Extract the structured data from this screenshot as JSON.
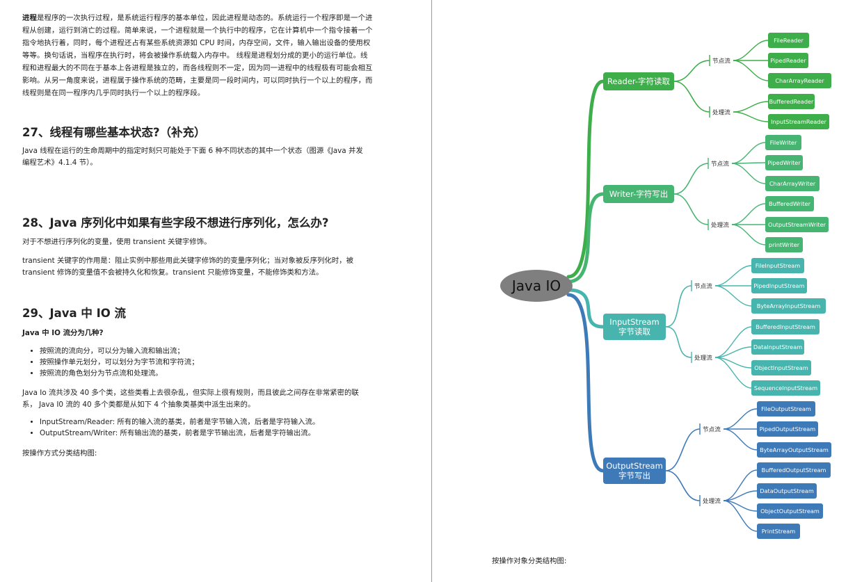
{
  "left": {
    "intro": {
      "lead": "进程",
      "rest": "是程序的一次执行过程，是系统运行程序的基本单位，因此进程是动态的。系统运行一个程序即是一个进程从创建，运行到消亡的过程。简单来说，一个进程就是一个执行中的程序，它在计算机中一个指令接着一个指令地执行着，同时，每个进程还占有某些系统资源如 CPU 时间，内存空间，文件，输入输出设备的使用权等等。换句话说，当程序在执行时，将会被操作系统载入内存中。 线程是进程划分成的更小的运行单位。线程和进程最大的不同在于基本上各进程是独立的，而各线程则不一定，因为同一进程中的线程极有可能会相互影响。从另一角度来说，进程属于操作系统的范畴，主要是同一段时间内，可以同时执行一个以上的程序，而线程则是在同一程序内几乎同时执行一个以上的程序段。"
    },
    "sec27": {
      "title": "27、线程有哪些基本状态?（补充）",
      "p1": "Java 线程在运行的生命周期中的指定时刻只可能处于下面 6 种不同状态的其中一个状态（图源《Java 并发编程艺术》4.1.4 节）。"
    },
    "sec28": {
      "title": "28、Java 序列化中如果有些字段不想进行序列化，怎么办?",
      "p1": "对于不想进行序列化的变量，使用 transient 关键字修饰。",
      "p2": "transient 关键字的作用是：阻止实例中那些用此关键字修饰的的变量序列化；当对象被反序列化时，被 transient 修饰的变量值不会被持久化和恢复。transient 只能修饰变量，不能修饰类和方法。"
    },
    "sec29": {
      "title": "29、Java 中 IO 流",
      "q": "Java 中 IO 流分为几种?",
      "bullets1": [
        "按照流的流向分，可以分为输入流和输出流；",
        "按照操作单元划分，可以划分为字节流和字符流；",
        "按照流的角色划分为节点流和处理流。"
      ],
      "p2": "Java Io 流共涉及 40 多个类，这些类看上去很杂乱，但实际上很有规则，而且彼此之间存在非常紧密的联系， Java I0 流的 40 多个类都是从如下 4 个抽象类基类中派生出来的。",
      "bullets2": [
        "InputStream/Reader: 所有的输入流的基类，前者是字节输入流，后者是字符输入流。",
        "OutputStream/Writer: 所有输出流的基类，前者是字节输出流，后者是字符输出流。"
      ],
      "p3": "按操作方式分类结构图:"
    }
  },
  "mindmap": {
    "root": "Java IO",
    "colors": {
      "root": "#7f7f7f",
      "reader": "#3dae49",
      "writer": "#46b572",
      "input": "#47b5ad",
      "output": "#3f7ab8"
    },
    "branches": [
      {
        "key": "reader",
        "label": "Reader-字符读取",
        "groups": [
          {
            "label": "节点流",
            "items": [
              "FileReader",
              "PipedReader",
              "CharArrayReader"
            ]
          },
          {
            "label": "处理流",
            "items": [
              "BufferedReader",
              "InputStreamReader"
            ]
          }
        ]
      },
      {
        "key": "writer",
        "label": "Writer-字符写出",
        "groups": [
          {
            "label": "节点流",
            "items": [
              "FileWriter",
              "PipedWriter",
              "CharArrayWriter"
            ]
          },
          {
            "label": "处理流",
            "items": [
              "BufferedWriter",
              "OutputStreamWriter",
              "printWriter"
            ]
          }
        ]
      },
      {
        "key": "input",
        "label": "InputStream\n字节读取",
        "groups": [
          {
            "label": "节点流",
            "items": [
              "FileInputStream",
              "PipedInputStream",
              "ByteArrayInputStream"
            ]
          },
          {
            "label": "处理流",
            "items": [
              "BufferedInputStream",
              "DataInputStream",
              "ObjectInputStream",
              "SequenceInputStream"
            ]
          }
        ]
      },
      {
        "key": "output",
        "label": "OutputStream\n字节写出",
        "groups": [
          {
            "label": "节点流",
            "items": [
              "FileOutputStream",
              "PipedOutputStream",
              "ByteArrayOutputStream"
            ]
          },
          {
            "label": "处理流",
            "items": [
              "BufferedOutputStream",
              "DataOutputStream",
              "ObjectOutputStream",
              "PrintStream"
            ]
          }
        ]
      }
    ],
    "caption": "按操作对象分类结构图:"
  }
}
